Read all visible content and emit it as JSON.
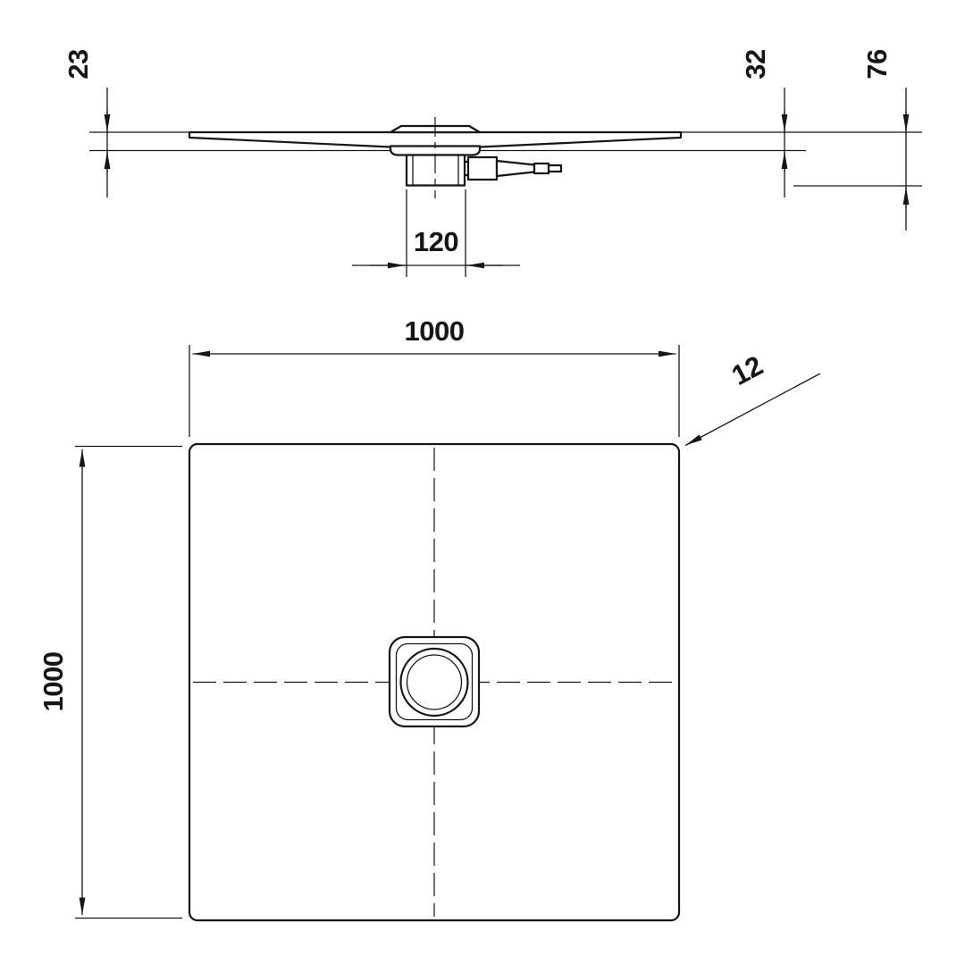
{
  "side_view": {
    "dims": {
      "left_height": "23",
      "right_height": "32",
      "overall_height": "76",
      "drain_width": "120"
    }
  },
  "plan_view": {
    "dims": {
      "width": "1000",
      "depth": "1000",
      "corner_radius": "12"
    }
  },
  "colors": {
    "line": "#161616",
    "background": "#ffffff"
  }
}
